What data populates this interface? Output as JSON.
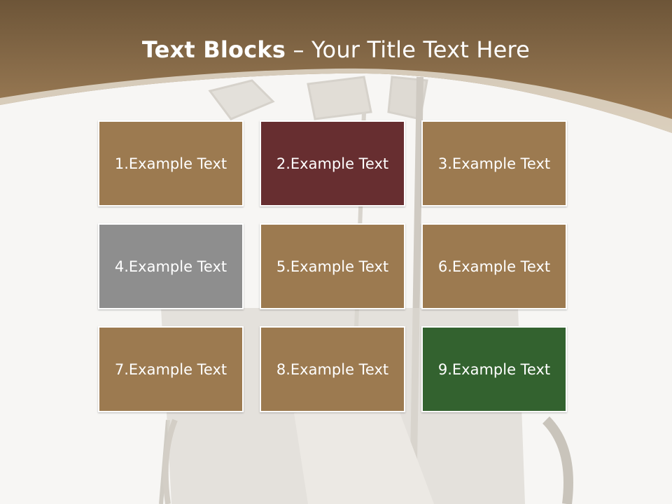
{
  "slide": {
    "title_bold": "Text Blocks",
    "title_rest": " – Your Title Text Here"
  },
  "colors": {
    "header_brown": "#9a7a50",
    "header_dark": "#6d5538",
    "block_brown": "#9c7a50",
    "block_maroon": "#672e30",
    "block_gray": "#8e8e8e",
    "block_green": "#33622f"
  },
  "blocks": [
    {
      "label": "1.Example Text",
      "color": "#9c7a50"
    },
    {
      "label": "2.Example Text",
      "color": "#672e30"
    },
    {
      "label": "3.Example Text",
      "color": "#9c7a50"
    },
    {
      "label": "4.Example Text",
      "color": "#8e8e8e"
    },
    {
      "label": "5.Example Text",
      "color": "#9c7a50"
    },
    {
      "label": "6.Example Text",
      "color": "#9c7a50"
    },
    {
      "label": "7.Example Text",
      "color": "#9c7a50"
    },
    {
      "label": "8.Example Text",
      "color": "#9c7a50"
    },
    {
      "label": "9.Example Text",
      "color": "#33622f"
    }
  ]
}
